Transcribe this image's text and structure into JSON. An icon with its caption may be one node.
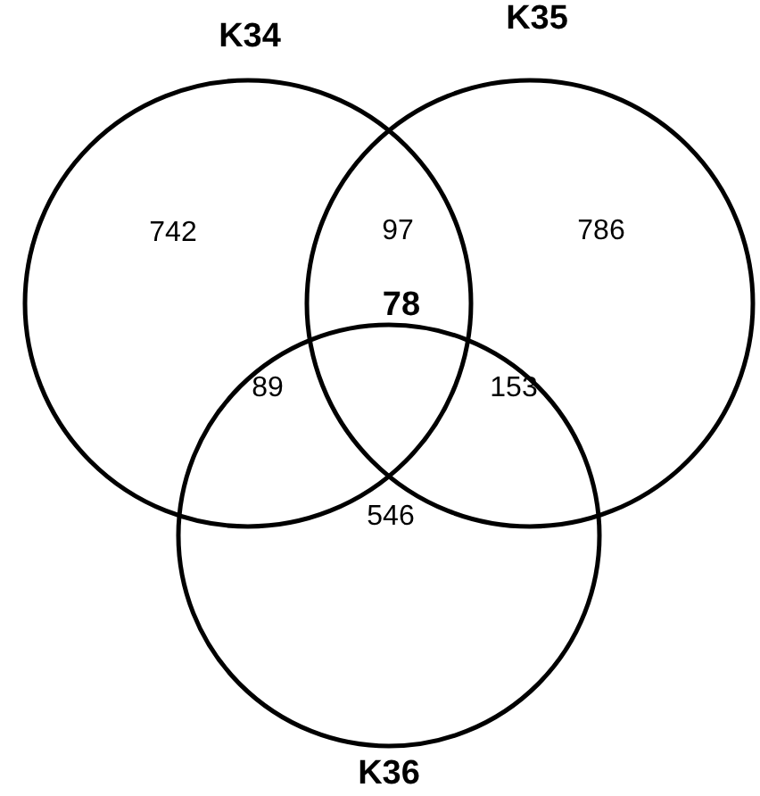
{
  "diagram": {
    "nodes": [
      {
        "text": [
          "K34"
        ]
      },
      {
        "text": [
          "K35"
        ]
      },
      {
        "text": [
          "K36"
        ]
      }
    ],
    "labels": [
      "742",
      "97",
      "786",
      "78",
      "89",
      "153",
      "546"
    ]
  }
}
